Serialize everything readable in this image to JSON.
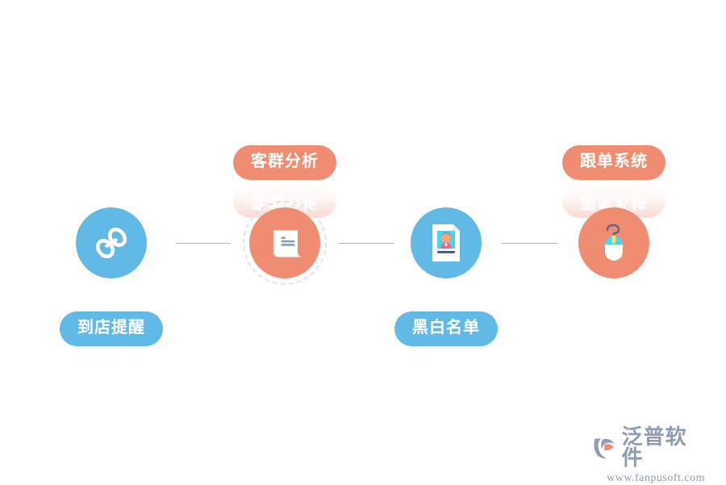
{
  "diagram": {
    "title": "",
    "type": "horizontal-process-flow",
    "background_color": "#ffffff",
    "colors": {
      "blue": "#61bae6",
      "orange": "#ef8c72",
      "connector": "#b9bcc0",
      "label_text": "#ffffff",
      "watermark": "#8e9bb5"
    },
    "nodes": [
      {
        "id": "node-1",
        "label": "到店提醒",
        "label_position": "below",
        "circle_color": "#61bae6",
        "pill_color": "#61bae6",
        "icon": "chain-link-icon",
        "has_dashed_ring": false,
        "has_reflection": false
      },
      {
        "id": "node-2",
        "label": "客群分析",
        "label_position": "above",
        "circle_color": "#ef8c72",
        "pill_color": "#ef8c72",
        "icon": "scroll-document-icon",
        "has_dashed_ring": true,
        "has_reflection": true
      },
      {
        "id": "node-3",
        "label": "黑白名单",
        "label_position": "below",
        "circle_color": "#61bae6",
        "pill_color": "#61bae6",
        "icon": "id-card-icon",
        "has_dashed_ring": false,
        "has_reflection": false
      },
      {
        "id": "node-4",
        "label": "跟单系统",
        "label_position": "above",
        "circle_color": "#ef8c72",
        "pill_color": "#ef8c72",
        "icon": "computer-mouse-icon",
        "has_dashed_ring": false,
        "has_reflection": true
      }
    ],
    "connectors": [
      {
        "from": "node-1",
        "to": "node-2",
        "style": "solid-line"
      },
      {
        "from": "node-2",
        "to": "node-3",
        "style": "solid-line"
      },
      {
        "from": "node-3",
        "to": "node-4",
        "style": "solid-line"
      }
    ]
  },
  "watermark": {
    "brand": "泛普软件",
    "url": "www.fanpusoft.com",
    "logo_icon": "fanpu-logo-icon"
  }
}
